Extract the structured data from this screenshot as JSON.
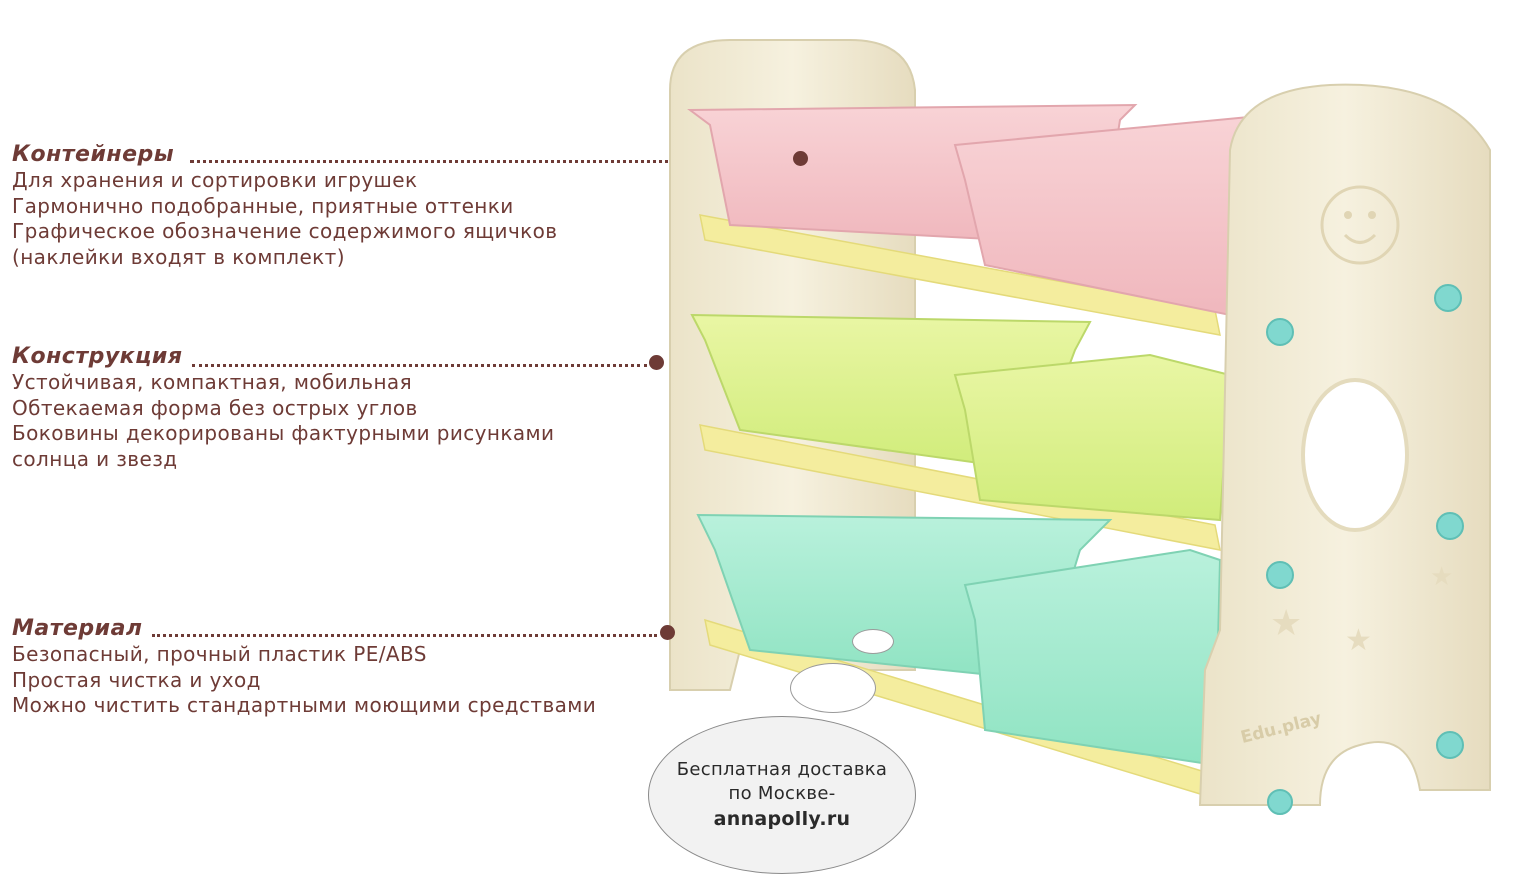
{
  "colors": {
    "text_brown": "#6e3b36",
    "frame_cream": "#f3eedb",
    "shelf_yellow": "#f6f0a3",
    "bin_pink": "#f5c6cb",
    "bin_lime": "#def28c",
    "bin_mint": "#a5ecd2",
    "peg_teal": "#7fd6cf"
  },
  "sections": [
    {
      "heading": "Контейнеры",
      "lines": [
        "Для хранения и сортировки игрушек",
        "Гармонично подобранные, приятные оттенки",
        "Графическое обозначение содержимого ящичков",
        "(наклейки входят в комплект)"
      ]
    },
    {
      "heading": "Конструкция",
      "lines": [
        "Устойчивая, компактная, мобильная",
        "Обтекаемая форма без острых углов",
        "Боковины декорированы фактурными рисунками",
        "солнца и звезд"
      ]
    },
    {
      "heading": "Материал",
      "lines": [
        "Безопасный, прочный пластик PE/ABS",
        "Простая чистка и уход",
        "Можно чистить стандартными моющими средствами"
      ]
    }
  ],
  "product": {
    "brand_emboss": "Edu.play"
  },
  "delivery": {
    "line1": "Бесплатная доставка",
    "line2": "по Москве-",
    "site": "annapolly.ru"
  }
}
